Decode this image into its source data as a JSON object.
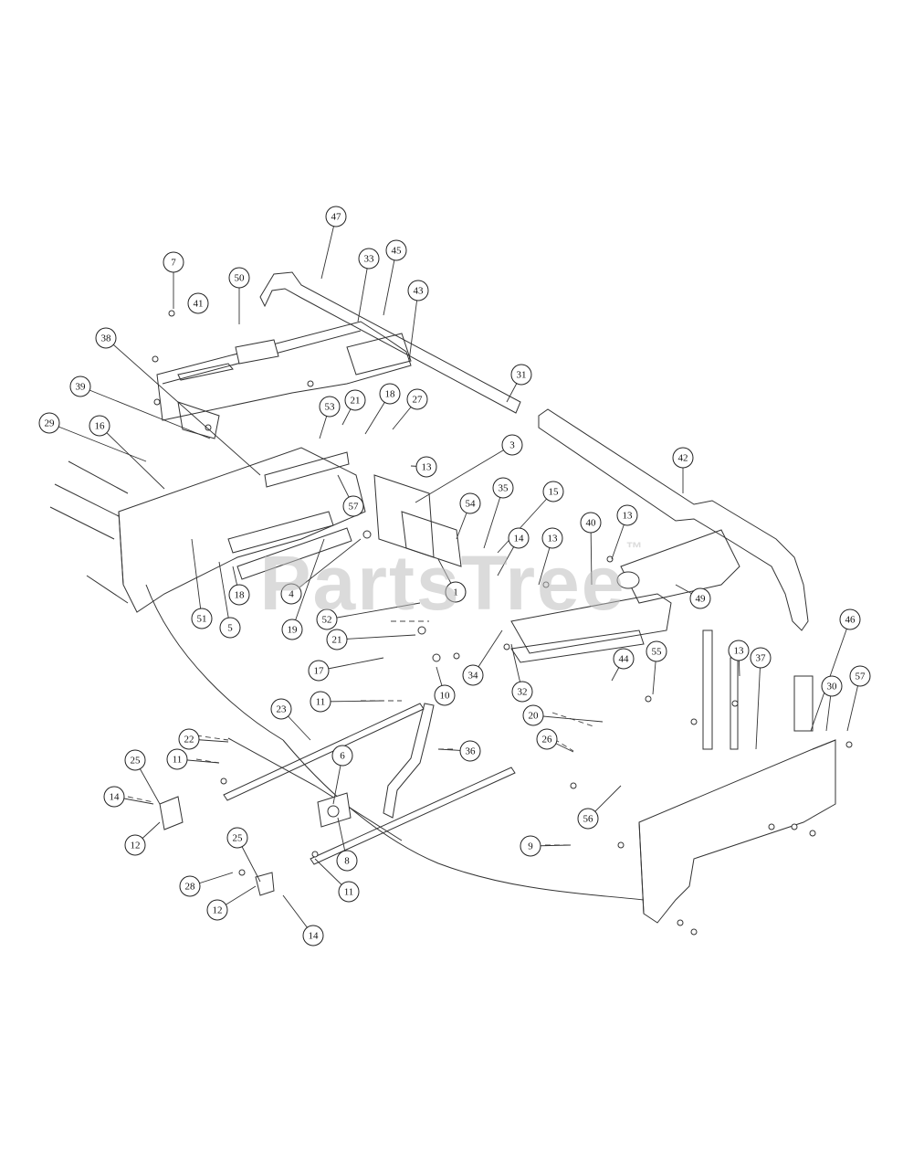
{
  "watermark": {
    "text": "PartsTree",
    "trademark": "™"
  },
  "callouts": [
    {
      "label": "47"
    },
    {
      "label": "7"
    },
    {
      "label": "41"
    },
    {
      "label": "50"
    },
    {
      "label": "33"
    },
    {
      "label": "45"
    },
    {
      "label": "43"
    },
    {
      "label": "38"
    },
    {
      "label": "31"
    },
    {
      "label": "39"
    },
    {
      "label": "21"
    },
    {
      "label": "53"
    },
    {
      "label": "18"
    },
    {
      "label": "27"
    },
    {
      "label": "29"
    },
    {
      "label": "16"
    },
    {
      "label": "13"
    },
    {
      "label": "3"
    },
    {
      "label": "42"
    },
    {
      "label": "57"
    },
    {
      "label": "54"
    },
    {
      "label": "35"
    },
    {
      "label": "15"
    },
    {
      "label": "14"
    },
    {
      "label": "13"
    },
    {
      "label": "40"
    },
    {
      "label": "13"
    },
    {
      "label": "4"
    },
    {
      "label": "1"
    },
    {
      "label": "49"
    },
    {
      "label": "51"
    },
    {
      "label": "5"
    },
    {
      "label": "18"
    },
    {
      "label": "19"
    },
    {
      "label": "52"
    },
    {
      "label": "21"
    },
    {
      "label": "46"
    },
    {
      "label": "44"
    },
    {
      "label": "55"
    },
    {
      "label": "13"
    },
    {
      "label": "37"
    },
    {
      "label": "17"
    },
    {
      "label": "34"
    },
    {
      "label": "32"
    },
    {
      "label": "30"
    },
    {
      "label": "57"
    },
    {
      "label": "10"
    },
    {
      "label": "11"
    },
    {
      "label": "23"
    },
    {
      "label": "20"
    },
    {
      "label": "22"
    },
    {
      "label": "26"
    },
    {
      "label": "36"
    },
    {
      "label": "25"
    },
    {
      "label": "11"
    },
    {
      "label": "6"
    },
    {
      "label": "14"
    },
    {
      "label": "56"
    },
    {
      "label": "12"
    },
    {
      "label": "8"
    },
    {
      "label": "9"
    },
    {
      "label": "25"
    },
    {
      "label": "28"
    },
    {
      "label": "11"
    },
    {
      "label": "12"
    },
    {
      "label": "14"
    }
  ]
}
